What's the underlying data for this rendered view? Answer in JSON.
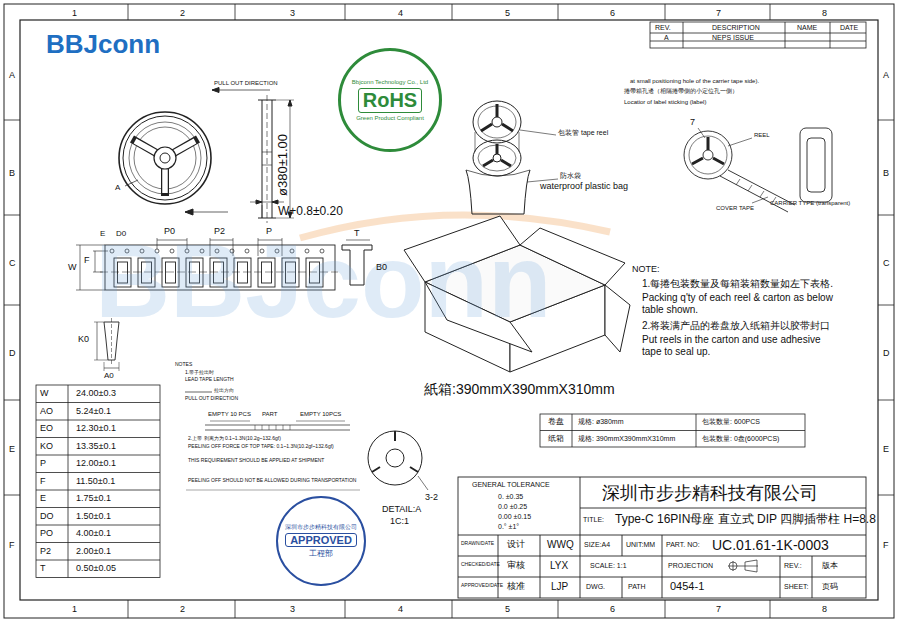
{
  "diagram": {
    "nodes": [
      {
        "text": [
          "Bbjconn Technology Co., Ltd",
          "RoHS",
          "Green Product Compliant"
        ]
      },
      {
        "text": [
          "深圳市步步精科技有限公司",
          "APPROVED",
          "工程部"
        ]
      }
    ],
    "labels": [
      "1",
      "2",
      "3",
      "4",
      "5",
      "6",
      "7",
      "8",
      "1",
      "2",
      "3",
      "4",
      "5",
      "6",
      "7",
      "8",
      "A",
      "B",
      "C",
      "D",
      "E",
      "F",
      "A",
      "B",
      "C",
      "D",
      "E",
      "F",
      "REV.",
      "DESCRIPTION",
      "NAME",
      "DATE",
      "A",
      "NEPS ISSUE",
      "BBJconn",
      "BBJconn",
      "PULL OUT DIRECTION",
      "A",
      "ø380±1.00",
      "W+0.8±0.20",
      "at small positioning hole of the carrier tape side).",
      "捲帶箱孔邊（相隔捲帶側的小定位孔一側）",
      "Locatior of label sticking (label)",
      "包装管 tape reel",
      "防水袋",
      "waterproof plastic bag",
      "7",
      "REEL",
      "CARRIER TYPE (transparent)",
      "COVER TAPE",
      "D0",
      "E",
      "P0",
      "P2",
      "P",
      "T",
      "F",
      "W",
      "B0",
      "K0",
      "A0",
      "紙箱:390mmX390mmX310mm",
      "NOTE:",
      "1.每捲包装数量及每箱装箱数量如左下表格.",
      "Packing q'ty of each reel & carton as below table shown.",
      "2.将装满产品的卷盘放入纸箱并以胶带封口",
      "Put reels in the carton and use adhesive tape to seal up.",
      "卷盘",
      "规格: ø380mm",
      "包装数量: 600PCS",
      "纸箱",
      "规格: 390mmX390mmX310mm",
      "包装数量: 0盘(6000PCS)",
      "W",
      "AO",
      "EO",
      "KO",
      "P",
      "F",
      "E",
      "DO",
      "PO",
      "P2",
      "T",
      "24.00±0.3",
      "5.24±0.1",
      "12.30±0.1",
      "13.35±0.1",
      "12.00±0.1",
      "11.50±0.1",
      "1.75±0.1",
      "1.50±0.1",
      "4.00±0.1",
      "2.00±0.1",
      "0.50±0.05",
      "NOTES",
      "1.带子拉出时",
      "LEAD TAPE LENGTH",
      "拉出方向",
      "PULL OUT DIRECTION",
      "EMPTY 10 PCS",
      "PART",
      "EMPTY 10PCS",
      "2.上带 剥离力为 0.1~1.3N(10.2g~132.6gf)",
      "PEELING OFF FORCE OF TOP TAPE: 0.1~1.3N(10.2gf~132.6gf)",
      "THIS REQUIREMENT SHOULD BE APPLIED AT SHIPMENT",
      "PEELING OFF SHOULD NOT BE ALLOWED DURING TRANSPORTATION",
      "3-2",
      "DETAIL:A",
      "1C:1",
      "GENERAL TOLERANCE",
      "0.  ±0.35",
      "0.0  ±0.25",
      "0.00 ±0.15",
      "0.° ±1°",
      "深圳市步步精科技有限公司",
      "TITLE:",
      "Type-C 16PIN母座 直立式 DIP 四脚插带柱 H=8.8",
      "DRAWN/DATE",
      "设计",
      "WWQ",
      "SIZE:A4",
      "UNIT:MM",
      "PART. NO:",
      "UC.01.61-1K-0003",
      "CHECKED/DATE",
      "审核",
      "LYX",
      "SCALE: 1:1",
      "PROJECTION",
      "REV.:",
      "版本",
      "APPROVED/DATE",
      "核准",
      "LJP",
      "DWG.",
      "PATH",
      "0454-1",
      "SHEET:",
      "页码"
    ]
  }
}
